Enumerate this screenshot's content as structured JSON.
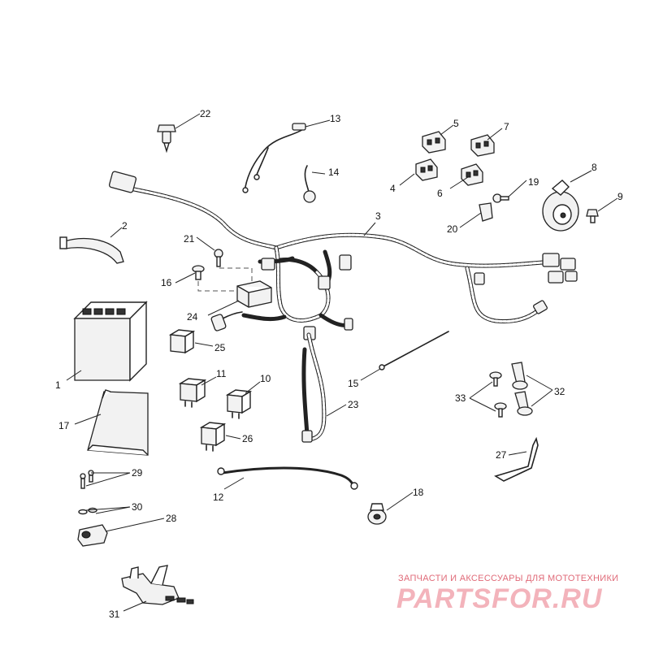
{
  "callouts": [
    "1",
    "2",
    "3",
    "4",
    "5",
    "6",
    "7",
    "8",
    "9",
    "10",
    "11",
    "12",
    "13",
    "14",
    "15",
    "16",
    "17",
    "18",
    "19",
    "20",
    "21",
    "22",
    "23",
    "24",
    "25",
    "26",
    "27",
    "28",
    "29",
    "30",
    "31",
    "32",
    "33"
  ],
  "watermark": {
    "tagline": "ЗАПЧАСТИ И АКСЕССУАРЫ ДЛЯ МОТОТЕХНИКИ",
    "logo": "PARTSFOR.RU",
    "color": "#f3b3bb"
  }
}
